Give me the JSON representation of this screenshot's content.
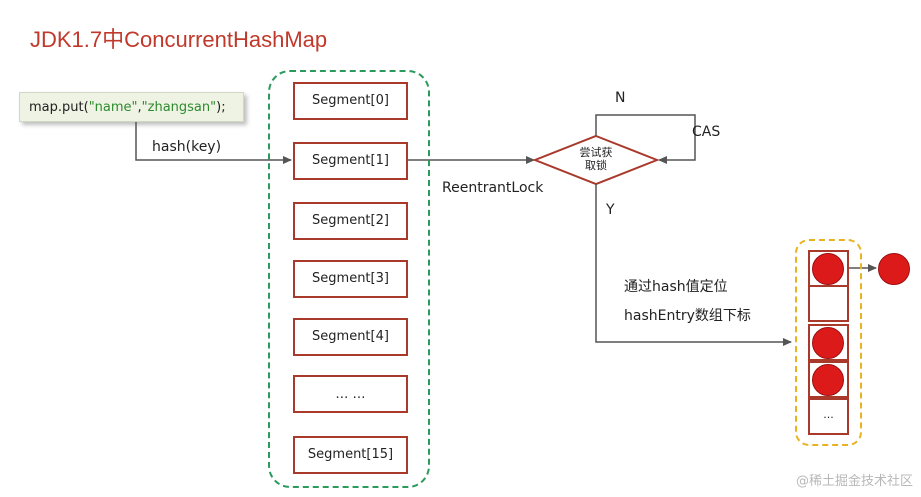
{
  "title": "JDK1.7中ConcurrentHashMap",
  "code": {
    "prefix": "map.put(",
    "arg1": "\"name\"",
    "comma": ",",
    "arg2": "\"zhangsan\"",
    "suffix": ");"
  },
  "hash_label": "hash(key)",
  "segments": [
    "Segment[0]",
    "Segment[1]",
    "Segment[2]",
    "Segment[3]",
    "Segment[4]",
    "… …",
    "Segment[15]"
  ],
  "lock_label": "ReentrantLock",
  "decision": {
    "line1": "尝试获",
    "line2": "取锁"
  },
  "no_label": "N",
  "cas_label": "CAS",
  "yes_label": "Y",
  "locate": {
    "line1": "通过hash值定位",
    "line2": "hashEntry数组下标"
  },
  "array_ellipsis": "...",
  "watermark": "@稀土掘金技术社区",
  "colors": {
    "title": "#c0392b",
    "segment_border": "#a9392a",
    "segment_group": "#2b9a5c",
    "array_group": "#e8b320",
    "node": "#dd1a1a"
  }
}
